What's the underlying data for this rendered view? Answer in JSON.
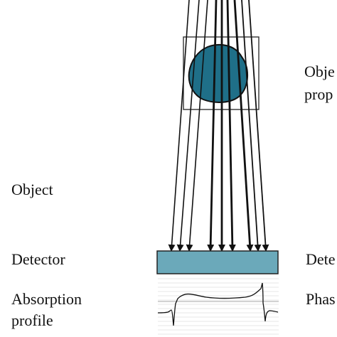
{
  "labels": {
    "object": "Object",
    "detector_left": "Detector",
    "absorption_line1": "Absorption",
    "absorption_line2": "profile",
    "object_props_line1": "Obje",
    "object_props_line2": "prop",
    "detector_right": "Dete",
    "phase": "Phas"
  },
  "colors": {
    "object_fill": "#1f6f88",
    "detector_fill": "#6ba9ba",
    "ray": "#111111",
    "grid": "#d0d0d0"
  },
  "icons": {
    "object": "blob-shape",
    "detector": "detector-plate",
    "profile": "absorption-profile-curve"
  }
}
